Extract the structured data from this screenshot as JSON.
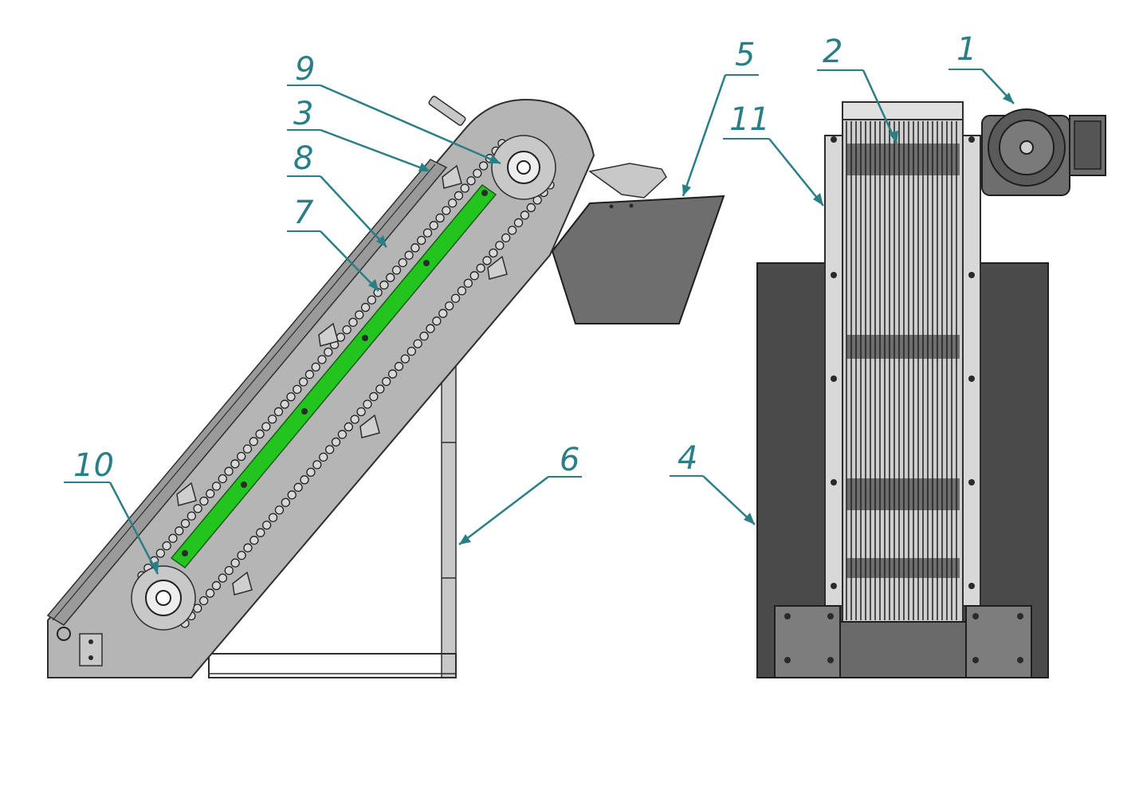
{
  "callouts": [
    {
      "id": "1",
      "label": "1"
    },
    {
      "id": "2",
      "label": "2"
    },
    {
      "id": "3",
      "label": "3"
    },
    {
      "id": "4",
      "label": "4"
    },
    {
      "id": "5",
      "label": "5"
    },
    {
      "id": "6",
      "label": "6"
    },
    {
      "id": "7",
      "label": "7"
    },
    {
      "id": "8",
      "label": "8"
    },
    {
      "id": "9",
      "label": "9"
    },
    {
      "id": "10",
      "label": "10"
    },
    {
      "id": "11",
      "label": "11"
    }
  ],
  "colors": {
    "callout": "#2a7f86",
    "steel": "#b5b5b5",
    "dark_panel": "#4a4a4a",
    "guide_strip": "#22c41e"
  }
}
